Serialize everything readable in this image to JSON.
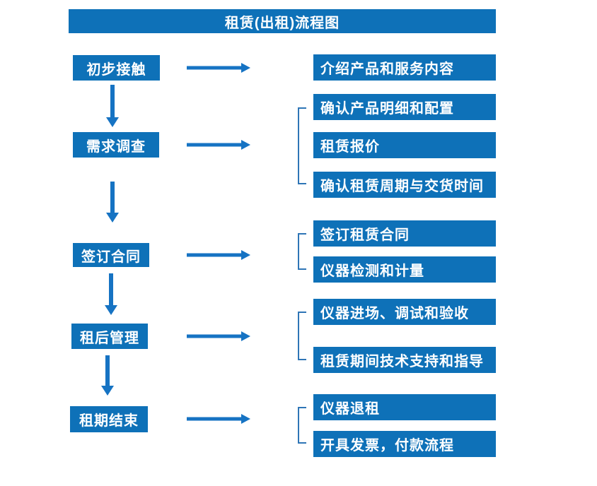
{
  "title": "租赁(出租)流程图",
  "colors": {
    "box_blue": "#0e71b8",
    "arrow_blue": "#1673c3",
    "bracket_blue": "#2e75b6",
    "text_color": "#ffffff",
    "background": "#ffffff"
  },
  "flow": {
    "stages": [
      {
        "label": "初步接触",
        "outputs": [
          "介绍产品和服务内容"
        ]
      },
      {
        "label": "需求调查",
        "outputs": [
          "确认产品明细和配置",
          "租赁报价",
          "确认租赁周期与交货时间"
        ]
      },
      {
        "label": "签订合同",
        "outputs": [
          "签订租赁合同",
          "仪器检测和计量"
        ]
      },
      {
        "label": "租后管理",
        "outputs": [
          "仪器进场、调试和验收",
          "租赁期间技术支持和指导"
        ]
      },
      {
        "label": "租期结束",
        "outputs": [
          "仪器退租",
          "开具发票，付款流程"
        ]
      }
    ]
  }
}
